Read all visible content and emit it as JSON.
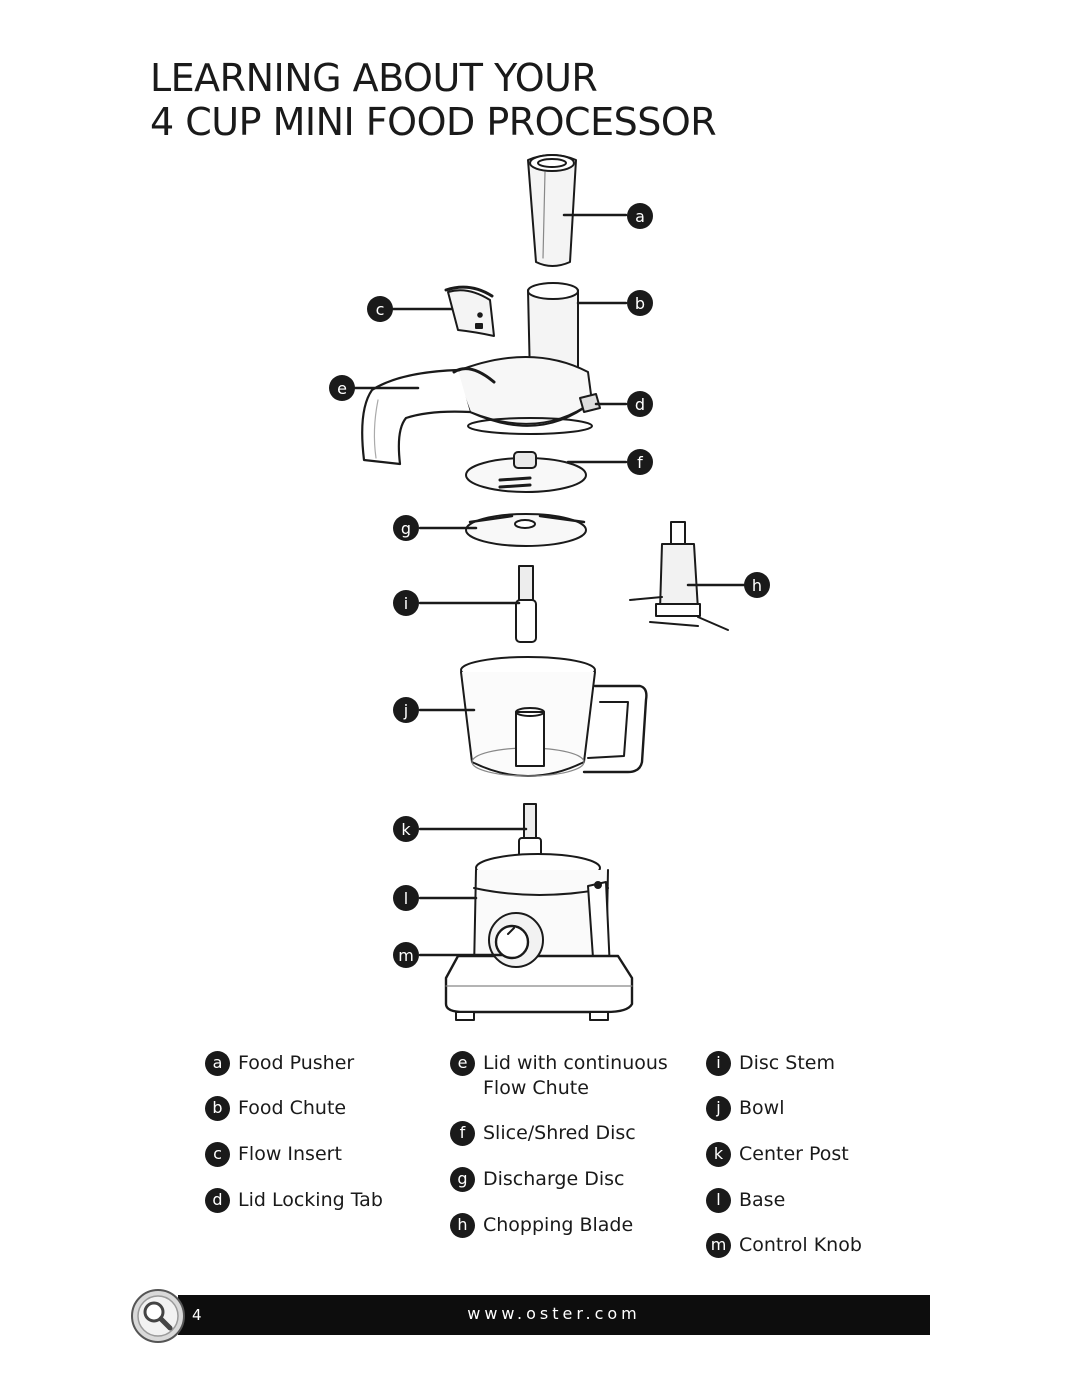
{
  "title": {
    "line1": "LEARNING ABOUT YOUR",
    "line2": "4 CUP MINI FOOD PROCESSOR"
  },
  "callouts": [
    "a",
    "b",
    "c",
    "d",
    "e",
    "f",
    "g",
    "h",
    "i",
    "j",
    "k",
    "l",
    "m"
  ],
  "legend": {
    "col1": [
      {
        "letter": "a",
        "label": "Food Pusher"
      },
      {
        "letter": "b",
        "label": "Food Chute"
      },
      {
        "letter": "c",
        "label": "Flow Insert"
      },
      {
        "letter": "d",
        "label": "Lid Locking Tab"
      }
    ],
    "col2": [
      {
        "letter": "e",
        "label": "Lid with continuous\nFlow Chute"
      },
      {
        "letter": "f",
        "label": "Slice/Shred Disc"
      },
      {
        "letter": "g",
        "label": "Discharge Disc"
      },
      {
        "letter": "h",
        "label": "Chopping Blade"
      }
    ],
    "col3": [
      {
        "letter": "i",
        "label": "Disc Stem"
      },
      {
        "letter": "j",
        "label": "Bowl"
      },
      {
        "letter": "k",
        "label": "Center Post"
      },
      {
        "letter": "l",
        "label": "Base"
      },
      {
        "letter": "m",
        "label": "Control Knob"
      }
    ]
  },
  "footer": {
    "page_number": "4",
    "url": "www.oster.com",
    "icon": "magnifier-icon"
  }
}
